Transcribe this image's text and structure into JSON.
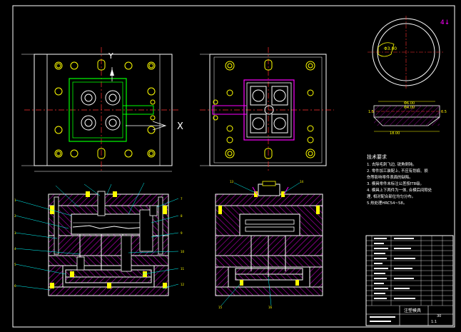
{
  "app": {
    "title": "Injection mold assembly drawing"
  },
  "sheet": {
    "sheet_code": "4↓",
    "tech_title": "技术要求",
    "tech_notes": [
      "1. 去除毛刺飞边, 锐角倒钝。",
      "2. 零件加工装配上, 不应有划痕、损",
      "伤等影响零件表面的缺陷。",
      "3. 模具零件未标注公差按IT8级。",
      "4. 模具上下两件为一体, 合模后间隙处",
      "理, 相对配合部位均匀分布。",
      "5.热处理HRC54~58。"
    ],
    "dims": {
      "ring": "Φ3.00",
      "d1": "Φ6.00",
      "d2": "Φ4.00",
      "len": "18.00",
      "h1": "1.5",
      "h2": "0.5"
    },
    "title_block": {
      "name": "注塑模具",
      "scale": "1:1",
      "qty": "30"
    }
  },
  "colors": {
    "background": "#000000",
    "outline": "#ffffff",
    "yellow": "#ffff00",
    "green": "#00ff00",
    "magenta": "#ff00ff",
    "red": "#ff0000",
    "cyan": "#00ffff",
    "hatch": "#d000d0"
  }
}
